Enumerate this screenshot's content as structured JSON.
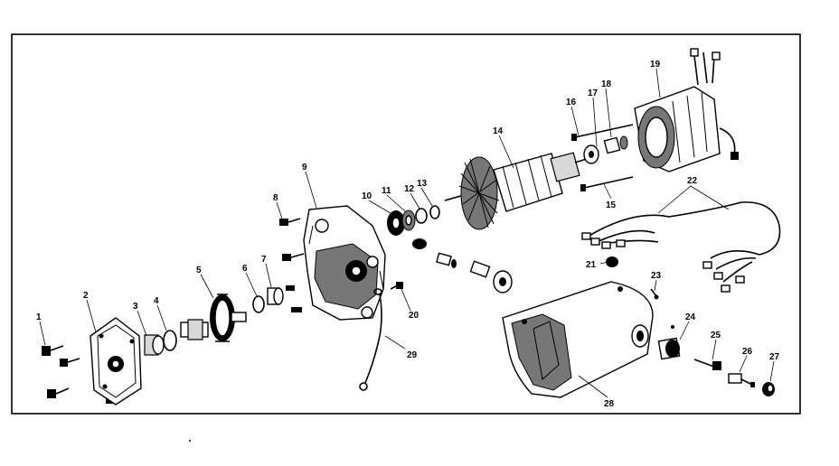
{
  "diagram": {
    "part_labels": [
      "1",
      "2",
      "3",
      "4",
      "5",
      "6",
      "7",
      "8",
      "9",
      "10",
      "11",
      "12",
      "13",
      "14",
      "15",
      "16",
      "17",
      "18",
      "19",
      "20",
      "21",
      "22",
      "23",
      "24",
      "25",
      "26",
      "27",
      "28",
      "29"
    ]
  }
}
